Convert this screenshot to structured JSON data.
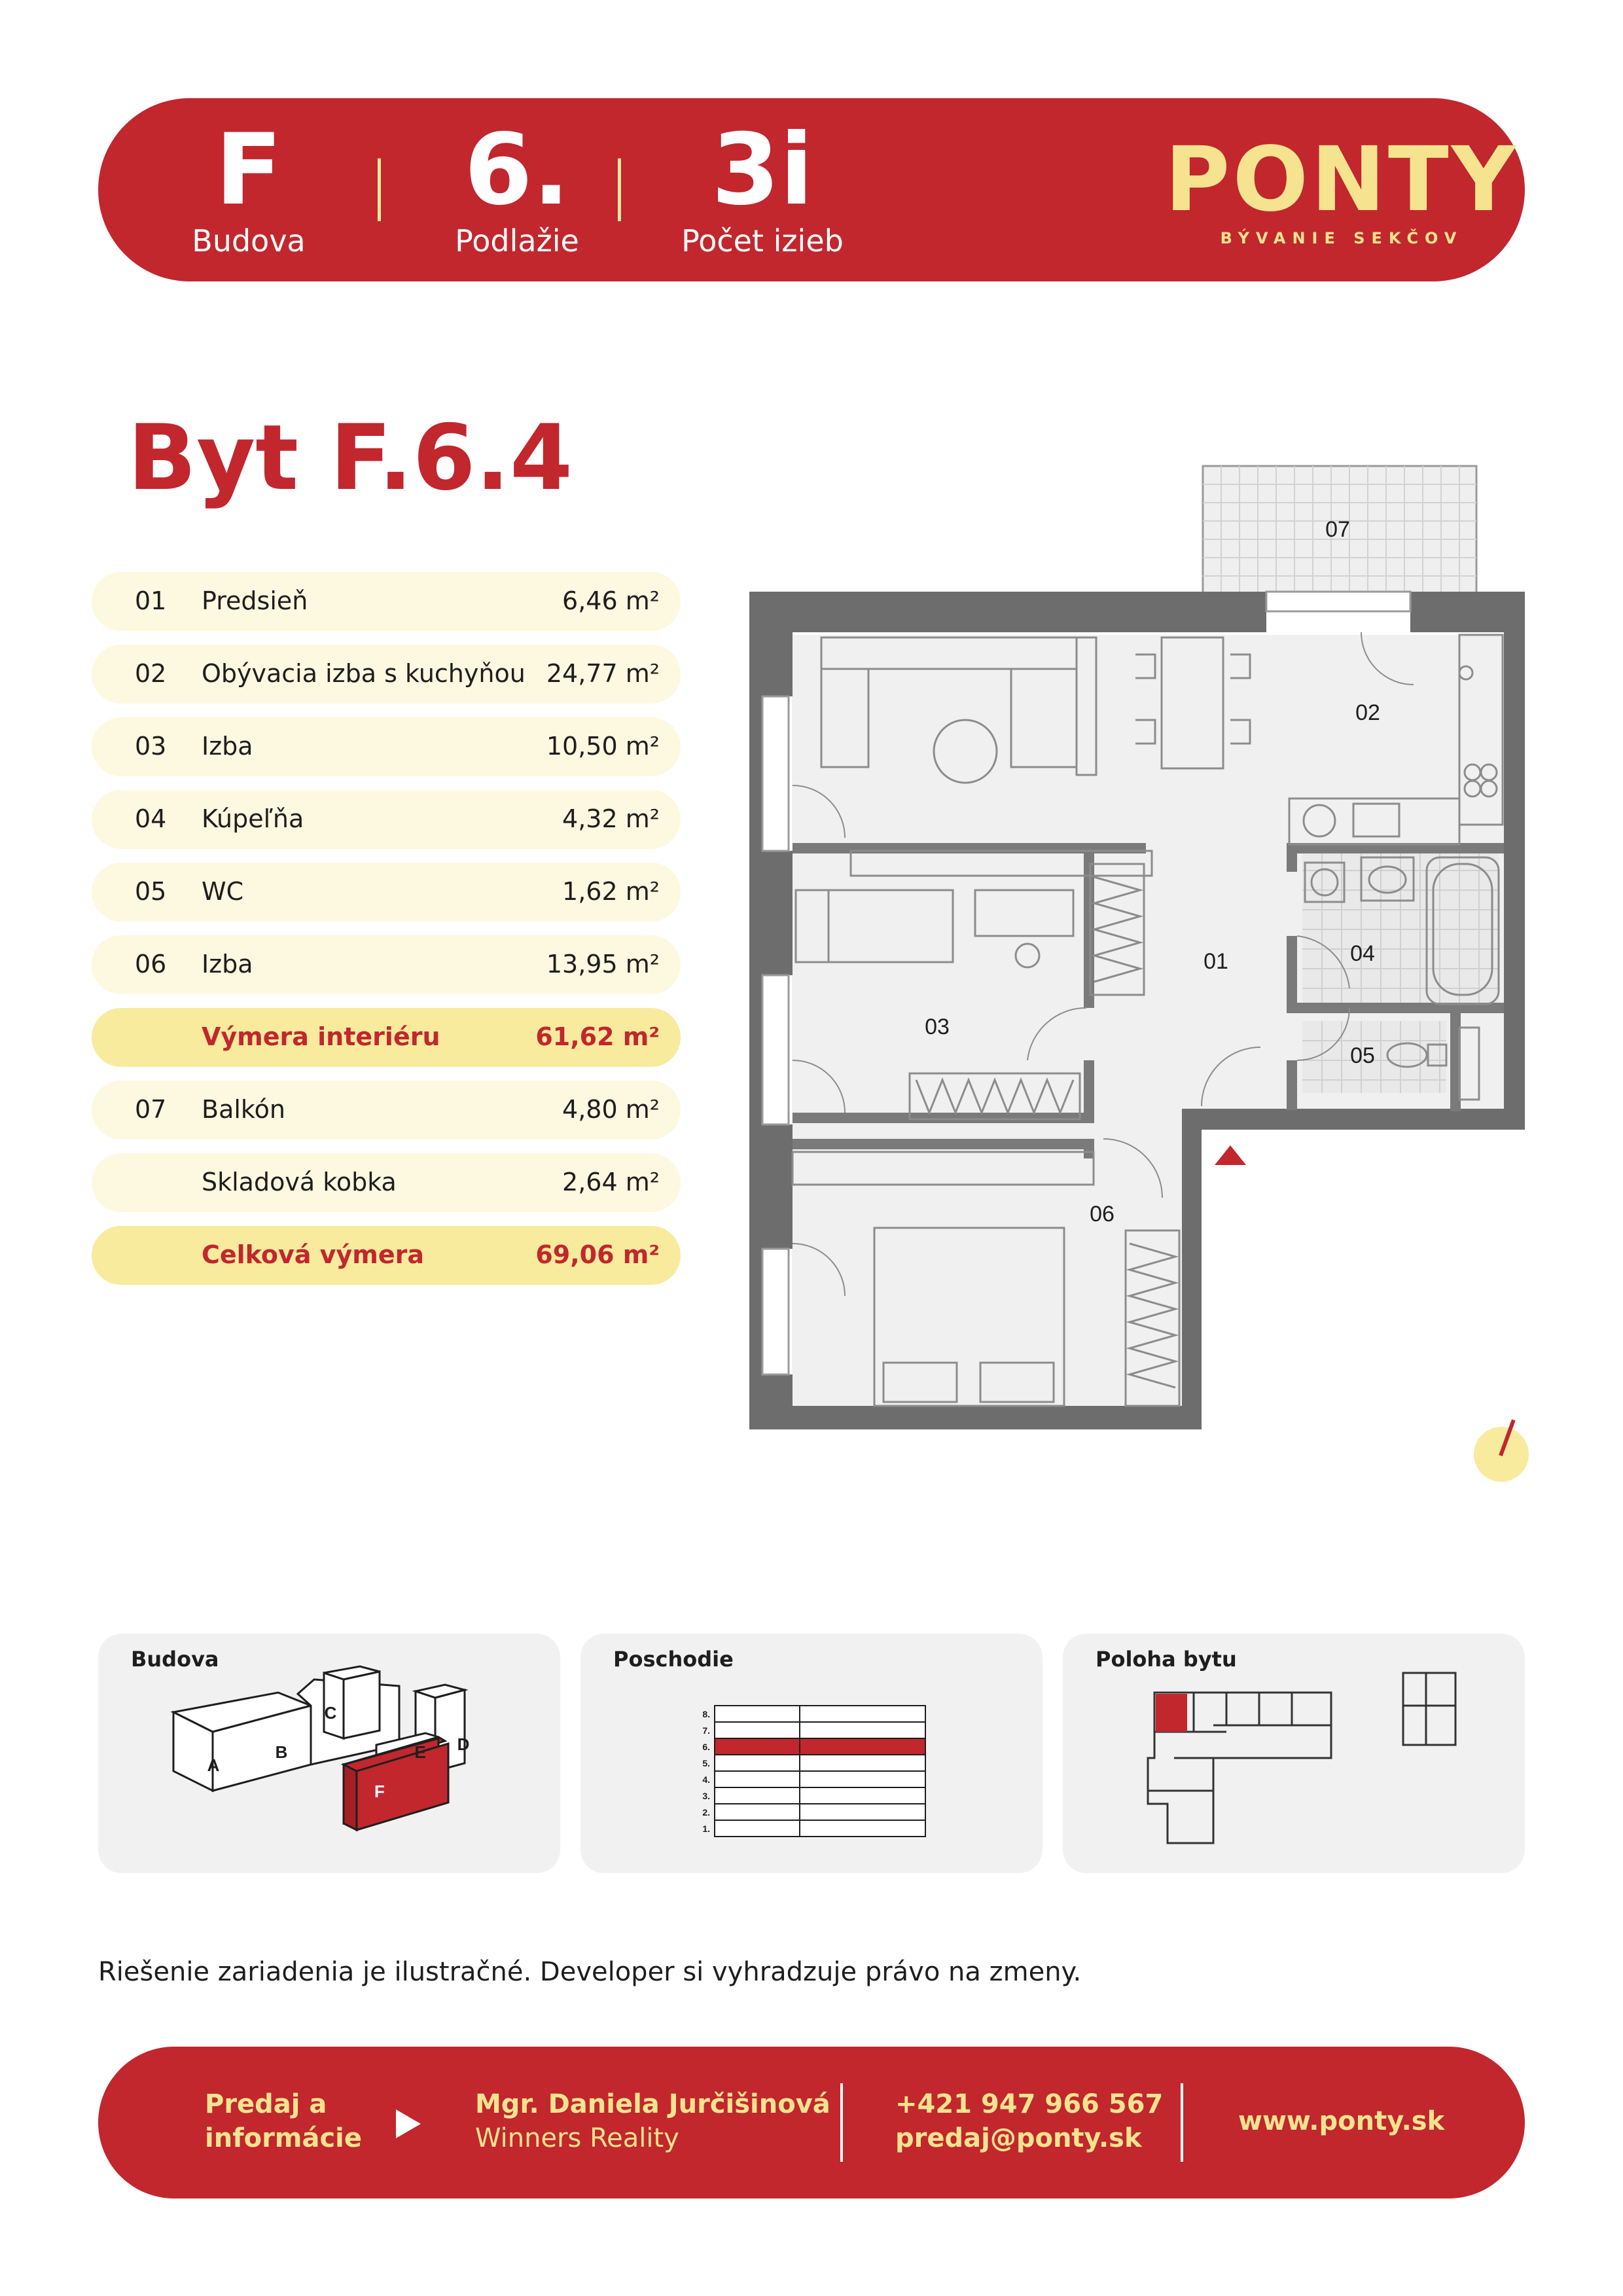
{
  "header": {
    "building_value": "F",
    "building_label": "Budova",
    "floor_value": "6.",
    "floor_label": "Podlažie",
    "rooms_value": "3i",
    "rooms_label": "Počet izieb",
    "logo_main": "PONTY",
    "logo_sub": "BÝVANIE SEKČOV"
  },
  "title": "Byt F.6.4",
  "areas": [
    {
      "num": "01",
      "name": "Predsieň",
      "value": "6,46 m²"
    },
    {
      "num": "02",
      "name": "Obývacia izba s kuchyňou",
      "value": "24,77 m²"
    },
    {
      "num": "03",
      "name": "Izba",
      "value": "10,50 m²"
    },
    {
      "num": "04",
      "name": "Kúpeľňa",
      "value": "4,32 m²"
    },
    {
      "num": "05",
      "name": "WC",
      "value": "1,62 m²"
    },
    {
      "num": "06",
      "name": "Izba",
      "value": "13,95 m²"
    },
    {
      "num": "",
      "name": "Výmera interiéru",
      "value": "61,62 m²"
    },
    {
      "num": "07",
      "name": "Balkón",
      "value": "4,80 m²"
    },
    {
      "num": "",
      "name": "Skladová kobka",
      "value": "2,64 m²"
    },
    {
      "num": "",
      "name": "Celková výmera",
      "value": "69,06 m²"
    }
  ],
  "plan_labels": {
    "r01": "01",
    "r02": "02",
    "r03": "03",
    "r04": "04",
    "r05": "05",
    "r06": "06",
    "r07": "07"
  },
  "cards": {
    "building": {
      "title": "Budova",
      "blocks": [
        "A",
        "B",
        "C",
        "D",
        "E",
        "F"
      ]
    },
    "floor": {
      "title": "Poschodie",
      "levels": [
        "8.",
        "7.",
        "6.",
        "5.",
        "4.",
        "3.",
        "2.",
        "1."
      ],
      "selected": "6."
    },
    "position": {
      "title": "Poloha bytu"
    }
  },
  "note": "Riešenie zariadenia je ilustračné. Developer si vyhradzuje právo na zmeny.",
  "footer": {
    "cta_line1": "Predaj a",
    "cta_line2": "informácie",
    "agent_name": "Mgr. Daniela Jurčišinová",
    "agency": "Winners Reality",
    "phone": "+421 947 966 567",
    "email": "predaj@ponty.sk",
    "web": "www.ponty.sk"
  },
  "colors": {
    "brand_red": "#c1272d",
    "brand_yellow": "#f6e38f",
    "highlight_row": "#f8eb9e",
    "light_row": "#fdf8e0"
  }
}
